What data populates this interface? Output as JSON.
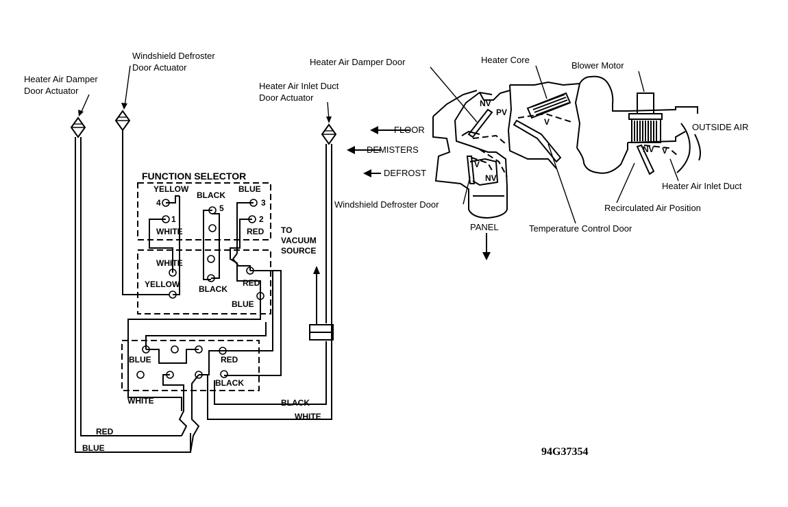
{
  "left_diagram": {
    "actuators": {
      "heater_air_damper": "Heater Air Damper\nDoor Actuator",
      "windshield_defroster": "Windshield Defroster\nDoor Actuator",
      "heater_air_inlet": "Heater Air Inlet Duct\nDoor Actuator"
    },
    "function_selector": "FUNCTION SELECTOR",
    "vacuum_source": "TO\nVACUUM\nSOURCE",
    "ports": {
      "p1": "1",
      "p2": "2",
      "p3": "3",
      "p4": "4",
      "p5": "5"
    },
    "wire_labels": {
      "yellow_top": "YELLOW",
      "black_top": "BLACK",
      "blue_top": "BLUE",
      "white_top": "WHITE",
      "red_top": "RED",
      "white_mid": "WHITE",
      "yellow_mid": "YELLOW",
      "black_mid": "BLACK",
      "red_mid": "RED",
      "blue_mid": "BLUE",
      "blue_low": "BLUE",
      "red_low": "RED",
      "black_low": "BLACK",
      "white_low": "WHITE",
      "black_line": "BLACK",
      "white_line": "WHITE",
      "red_line": "RED",
      "blue_line": "BLUE"
    }
  },
  "right_diagram": {
    "labels": {
      "heater_air_damper_door": "Heater Air Damper Door",
      "heater_core": "Heater Core",
      "blower_motor": "Blower Motor",
      "outside_air": "OUTSIDE AIR",
      "heater_air_inlet_duct": "Heater Air Inlet Duct",
      "recirculated_air_position": "Recirculated Air Position",
      "temperature_control_door": "Temperature Control Door",
      "windshield_defroster_door": "Windshield Defroster Door",
      "panel": "PANEL",
      "floor": "FLOOR",
      "demisters": "DEMISTERS",
      "defrost": "DEFROST"
    },
    "position_marks": {
      "nv_top": "NV",
      "pv": "PV",
      "v_core": "V",
      "nv_low": "NV",
      "v_defrost": "V",
      "nv_inlet": "NV",
      "v_inlet": "V"
    }
  },
  "figure_code": "94G37354"
}
